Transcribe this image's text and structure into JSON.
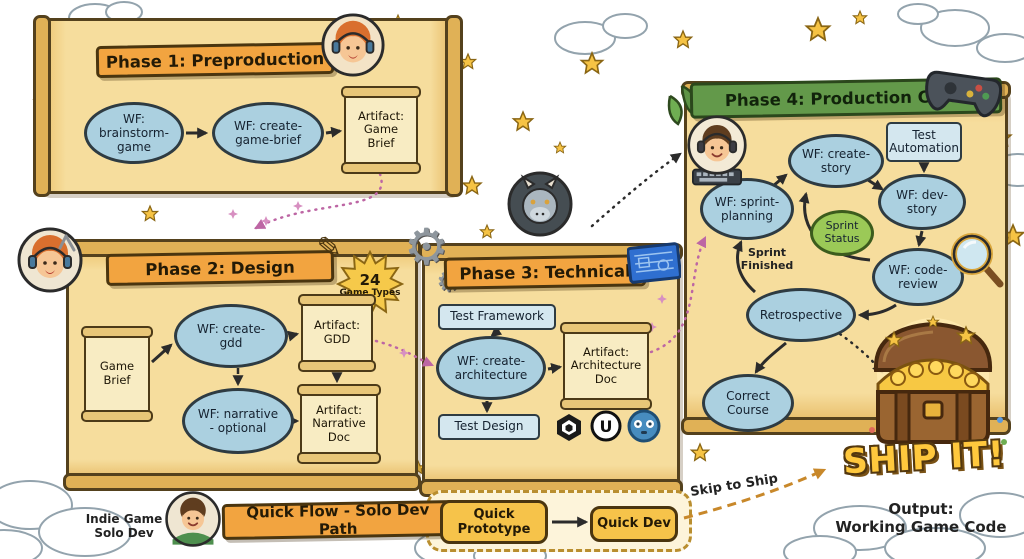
{
  "phase1": {
    "title": "Phase 1: Preproduction",
    "wf_brainstorm": "WF: brainstorm-game",
    "wf_create_brief": "WF: create-game-brief",
    "artifact_brief": "Artifact: Game Brief"
  },
  "phase2": {
    "title": "Phase 2: Design",
    "badge_number": "24",
    "badge_text": "Game Types",
    "input_brief": "Game Brief",
    "wf_create_gdd": "WF: create-gdd",
    "artifact_gdd": "Artifact: GDD",
    "wf_narrative": "WF: narrative - optional",
    "artifact_narrative": "Artifact: Narrative Doc"
  },
  "phase3": {
    "title": "Phase 3: Technical",
    "test_framework": "Test Framework",
    "wf_create_architecture": "WF: create-architecture",
    "artifact_architecture": "Artifact: Architecture Doc",
    "test_design": "Test Design"
  },
  "phase4": {
    "title": "Phase 4: Production Cycle",
    "wf_create_story": "WF: create-story",
    "test_automation": "Test Automation",
    "wf_sprint_planning": "WF: sprint-planning",
    "wf_dev_story": "WF: dev-story",
    "sprint_status": "Sprint Status",
    "wf_code_review": "WF: code-review",
    "sprint_finished": "Sprint Finished",
    "retrospective": "Retrospective",
    "correct_course": "Correct Course"
  },
  "quick_flow": {
    "actor_label": "Indie Game Solo Dev",
    "title": "Quick Flow - Solo Dev Path",
    "quick_prototype": "Quick Prototype",
    "quick_dev": "Quick Dev",
    "skip_label": "Skip to Ship"
  },
  "output": {
    "ship_it": "SHIP IT!",
    "line1": "Output:",
    "line2": "Working Game Code"
  },
  "icons": {
    "unreal_letter": "U"
  },
  "colors": {
    "parchment": "#f6dd9d",
    "banner_orange": "#f2a440",
    "banner_green": "#63994a",
    "node_blue": "#abd0e0",
    "node_green": "#9bc957",
    "accent_gold": "#f6c344",
    "arrow_pink": "#bd66a4",
    "arrow_black": "#2b2b2b",
    "arrow_orange": "#c8882a"
  }
}
